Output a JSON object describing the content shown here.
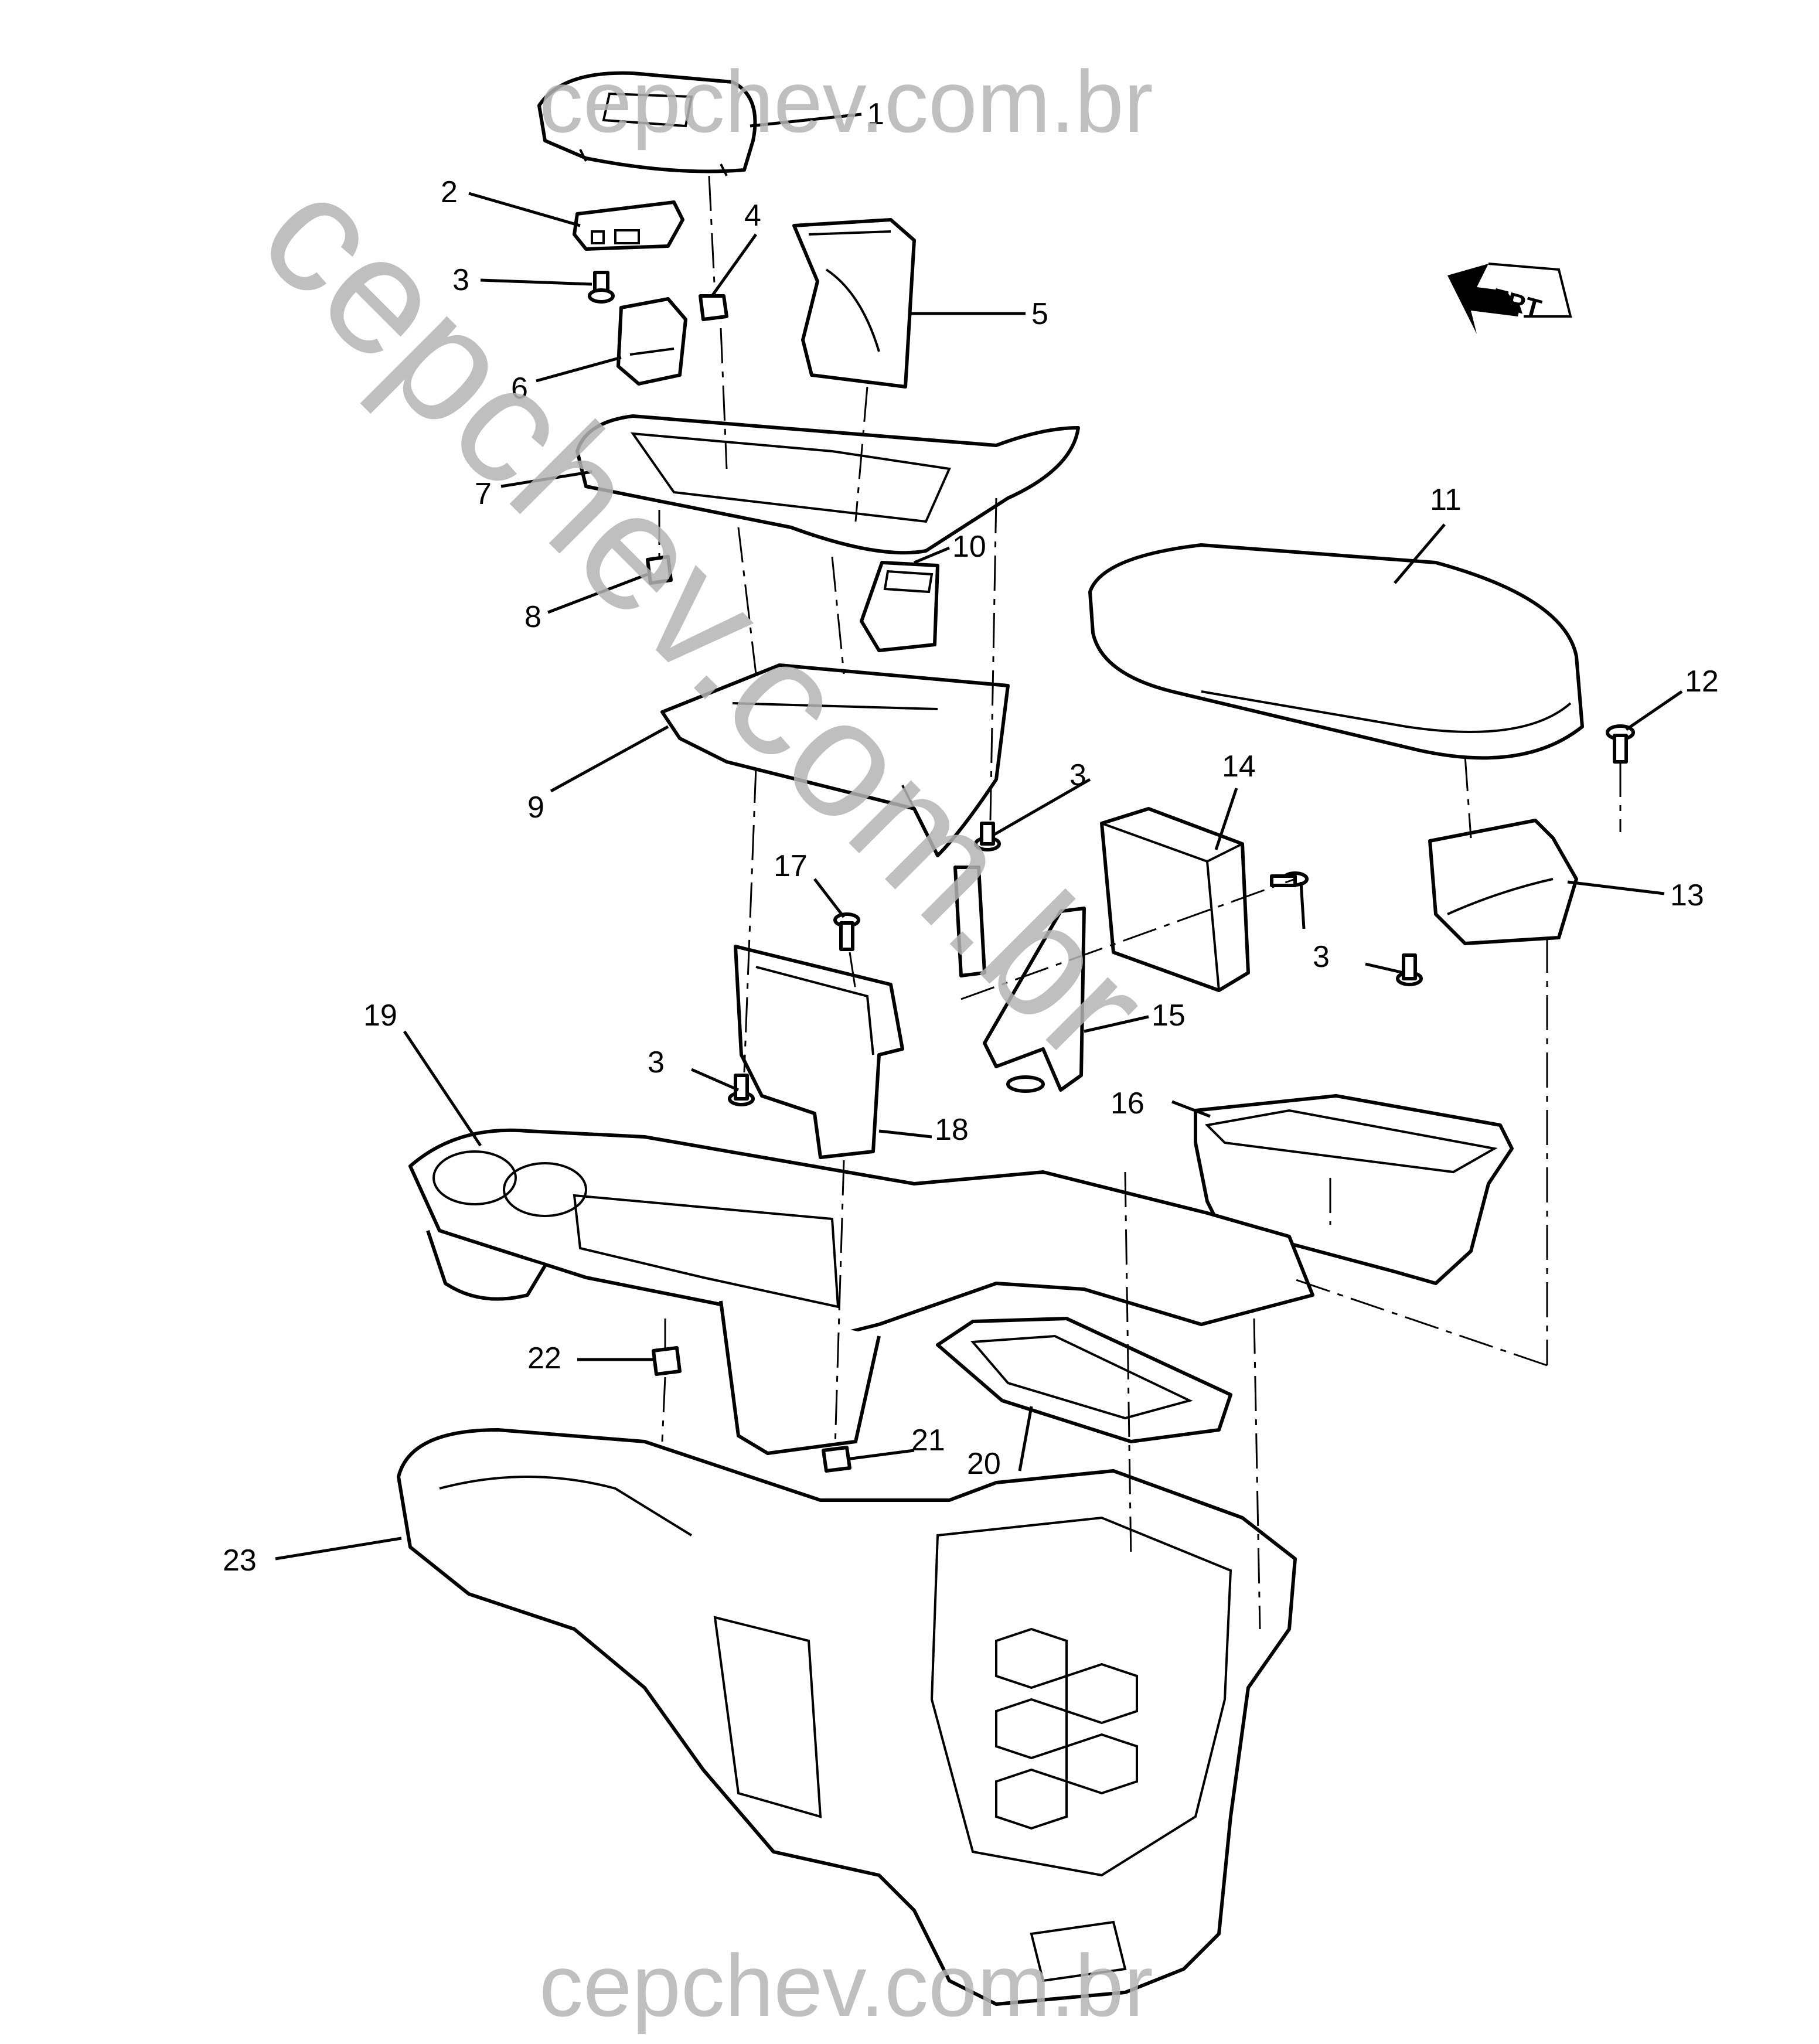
{
  "watermark": {
    "top": "cepchev.com.br",
    "bottom": "cepchev.com.br",
    "diagonal": "cepchev.com.br",
    "color": "#b4b4b4"
  },
  "orientation": {
    "label": "FRT",
    "icon": "front-arrow-icon"
  },
  "callouts": [
    "1",
    "2",
    "3",
    "4",
    "5",
    "6",
    "7",
    "8",
    "9",
    "10",
    "11",
    "12",
    "13",
    "14",
    "15",
    "16",
    "17",
    "18",
    "19",
    "20",
    "21",
    "22",
    "23"
  ]
}
